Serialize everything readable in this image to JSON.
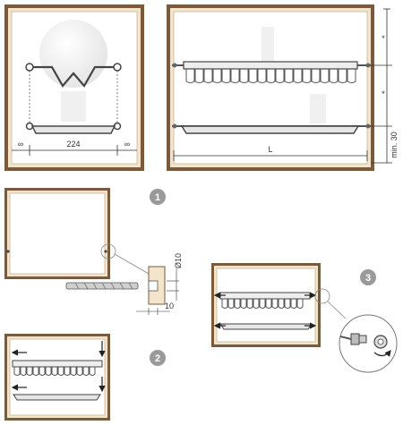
{
  "colors": {
    "frame_outer": "#7a5a3a",
    "frame_inner": "#f3e4cc",
    "metal": "#555555",
    "plate": "#e8e8e8",
    "badge": "#9a9a9a",
    "arrow": "#222222"
  },
  "top_left": {
    "width_label": "224",
    "gap_left_label": "∞",
    "gap_right_label": "∞"
  },
  "top_right": {
    "length_label": "L",
    "min_label": "min. 30",
    "gap_upper_label": "*",
    "gap_lower_label": "*"
  },
  "step1": {
    "badge": "1",
    "drill_depth_label": "10",
    "hole_diameter_label": "Ø10"
  },
  "step2": {
    "badge": "2"
  },
  "step3": {
    "badge": "3"
  }
}
